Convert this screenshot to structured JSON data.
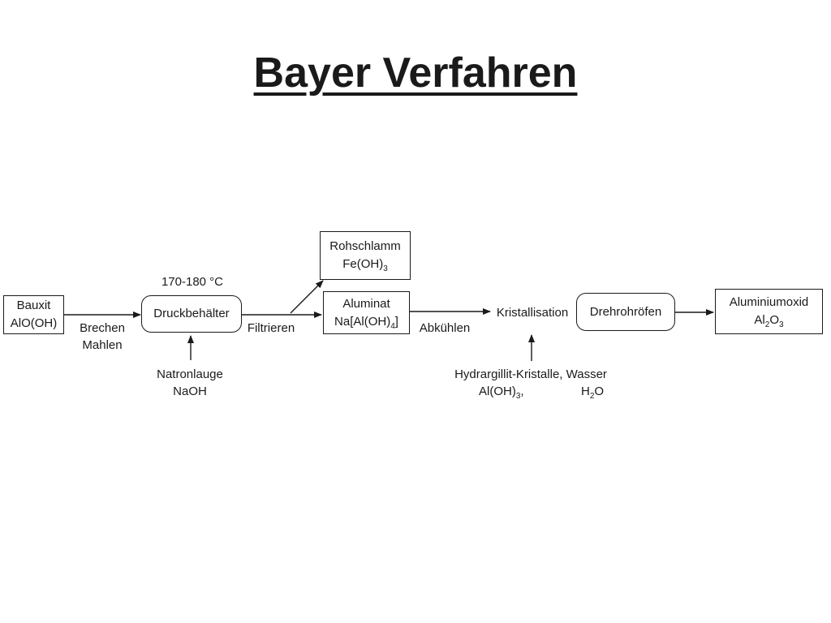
{
  "title": "Bayer Verfahren",
  "diagram": {
    "bauxit": {
      "name": "Bauxit",
      "formula": "AlO(OH)"
    },
    "step_crush": {
      "line1": "Brechen",
      "line2": "Mahlen"
    },
    "druckbehaelter": {
      "label": "Druckbehälter",
      "temperature": "170-180 °C"
    },
    "natronlauge": {
      "name": "Natronlauge",
      "formula": "NaOH"
    },
    "step_filter": "Filtrieren",
    "rohschlamm": {
      "name": "Rohschlamm",
      "formula_main": "Fe(OH)",
      "formula_sub": "3"
    },
    "aluminat": {
      "name": "Aluminat",
      "formula_main": "Na[Al(OH)",
      "formula_sub": "4",
      "formula_end": "]"
    },
    "step_cool": "Abkühlen",
    "kristallisation": "Kristallisation",
    "seed": {
      "line1": "Hydrargillit-Kristalle, Wasser",
      "aloh_main": "Al(OH)",
      "aloh_sub": "3",
      "aloh_sep": ",",
      "water_h": "H",
      "water_sub": "2",
      "water_o": "O"
    },
    "drehrohrofen": "Drehrohröfen",
    "aluminiumoxid": {
      "name": "Aluminiumoxid",
      "al": "Al",
      "al_sub": "2",
      "o": "O",
      "o_sub": "3"
    }
  }
}
